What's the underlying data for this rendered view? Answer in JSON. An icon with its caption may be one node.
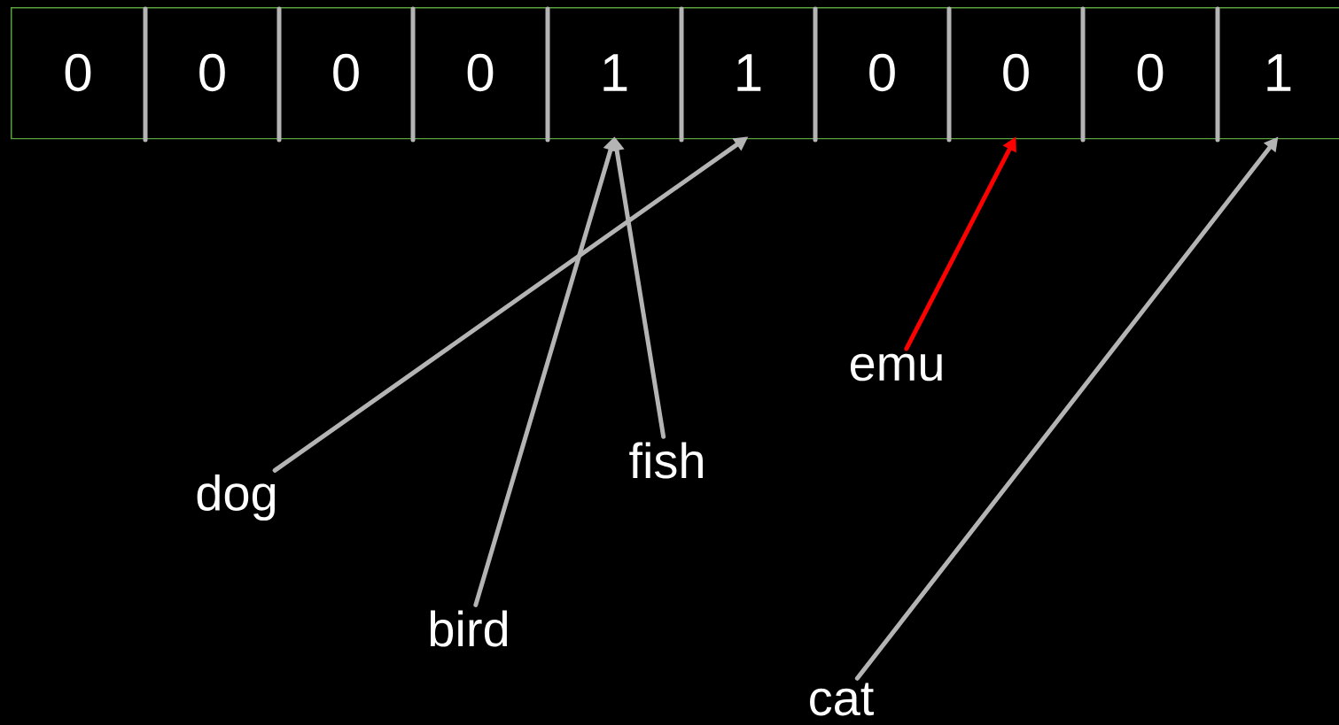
{
  "diagram": {
    "nodes": [
      {
        "text": [],
        "shape": "box"
      },
      {
        "text": [
          "0"
        ],
        "in": 0
      },
      {
        "text": [
          "0"
        ],
        "in": 0
      },
      {
        "text": [
          "0"
        ],
        "in": 0
      },
      {
        "text": [
          "0"
        ],
        "in": 0
      },
      {
        "text": [
          "1"
        ],
        "in": 0
      },
      {
        "text": [
          "1"
        ],
        "in": 0
      },
      {
        "text": [
          "0"
        ],
        "in": 0
      },
      {
        "text": [
          "0"
        ],
        "in": 0
      },
      {
        "text": [
          "0"
        ],
        "in": 0
      },
      {
        "text": [
          "1"
        ],
        "in": 0
      },
      {
        "text": [
          "dog"
        ]
      },
      {
        "text": [
          "bird"
        ]
      },
      {
        "text": [
          "fish"
        ]
      },
      {
        "text": [
          "emu"
        ]
      },
      {
        "text": [
          "cat"
        ]
      }
    ],
    "edges": [
      {
        "from": 11,
        "to": 6,
        "arrow": "to"
      },
      {
        "from": 12,
        "to": 5,
        "arrow": "to"
      },
      {
        "from": 13,
        "to": 5,
        "arrow": "to"
      },
      {
        "from": 14,
        "to": 8,
        "arrow": "to",
        "color": "#ff0000"
      },
      {
        "from": 15,
        "to": 10,
        "arrow": "to"
      }
    ]
  }
}
